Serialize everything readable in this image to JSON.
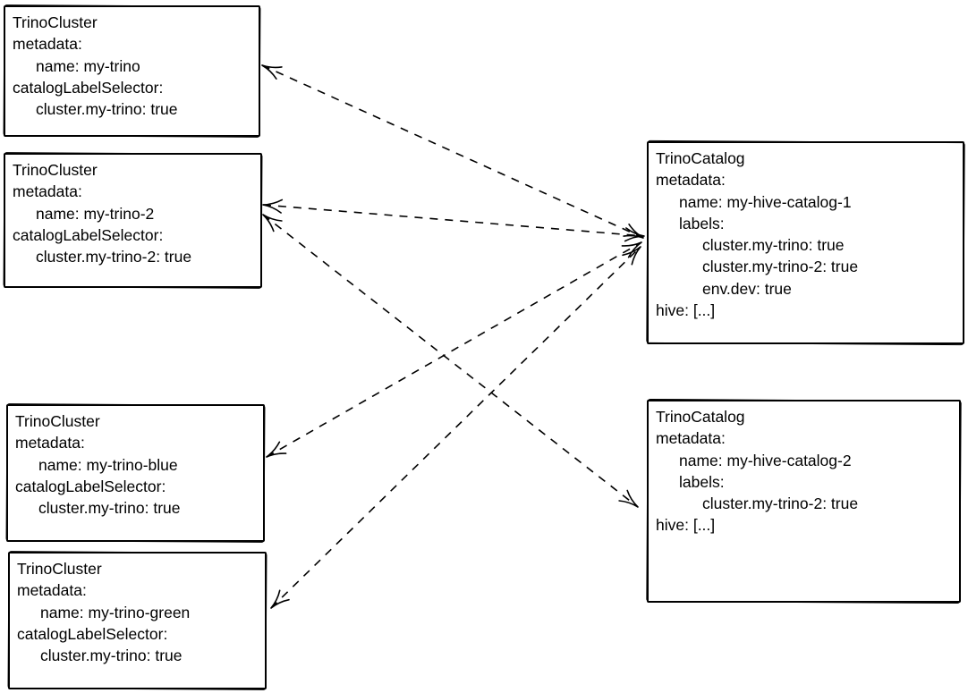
{
  "page": {
    "background_color": "#ffffff",
    "ink_color": "#000000",
    "edge_style": "dashed, arrowheads on both ends"
  },
  "diagram": {
    "nodes": {
      "cluster1": {
        "title": "TrinoCluster",
        "l1": "metadata:",
        "l2": "name: my-trino",
        "l3": "catalogLabelSelector:",
        "l4": "cluster.my-trino: true"
      },
      "cluster2": {
        "title": "TrinoCluster",
        "l1": "metadata:",
        "l2": "name: my-trino-2",
        "l3": "catalogLabelSelector:",
        "l4": "cluster.my-trino-2: true"
      },
      "cluster3": {
        "title": "TrinoCluster",
        "l1": "metadata:",
        "l2": "name: my-trino-blue",
        "l3": "catalogLabelSelector:",
        "l4": "cluster.my-trino: true"
      },
      "cluster4": {
        "title": "TrinoCluster",
        "l1": "metadata:",
        "l2": "name: my-trino-green",
        "l3": "catalogLabelSelector:",
        "l4": "cluster.my-trino: true"
      },
      "catalog1": {
        "title": "TrinoCatalog",
        "l1": "metadata:",
        "l2": "name: my-hive-catalog-1",
        "l3": "labels:",
        "l4": "cluster.my-trino: true",
        "l5": "cluster.my-trino-2: true",
        "l6": "env.dev: true",
        "l7": "hive: [...]"
      },
      "catalog2": {
        "title": "TrinoCatalog",
        "l1": "metadata:",
        "l2": "name: my-hive-catalog-2",
        "l3": "labels:",
        "l4": "cluster.my-trino-2: true",
        "l5": "hive: [...]"
      }
    },
    "edges": [
      {
        "id": "e1",
        "from": "trinocluster-my-trino",
        "to": "trinocatalog-my-hive-catalog-1"
      },
      {
        "id": "e2",
        "from": "trinocluster-my-trino-2",
        "to": "trinocatalog-my-hive-catalog-1"
      },
      {
        "id": "e3",
        "from": "trinocluster-my-trino-blue",
        "to": "trinocatalog-my-hive-catalog-1"
      },
      {
        "id": "e4",
        "from": "trinocluster-my-trino-green",
        "to": "trinocatalog-my-hive-catalog-1"
      },
      {
        "id": "e5",
        "from": "trinocluster-my-trino-2",
        "to": "trinocatalog-my-hive-catalog-2"
      }
    ]
  }
}
